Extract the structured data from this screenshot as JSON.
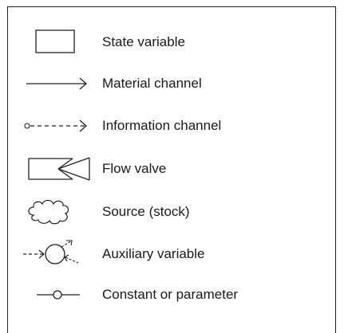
{
  "legend": {
    "items": [
      {
        "symbol": "state-variable-rectangle",
        "label": "State variable"
      },
      {
        "symbol": "material-channel-arrow",
        "label": "Material channel"
      },
      {
        "symbol": "information-channel-dashed-arrow",
        "label": "Information channel"
      },
      {
        "symbol": "flow-valve",
        "label": "Flow valve"
      },
      {
        "symbol": "source-cloud",
        "label": "Source (stock)"
      },
      {
        "symbol": "auxiliary-variable-circle",
        "label": "Auxiliary variable"
      },
      {
        "symbol": "constant-parameter",
        "label": "Constant or parameter"
      }
    ]
  }
}
